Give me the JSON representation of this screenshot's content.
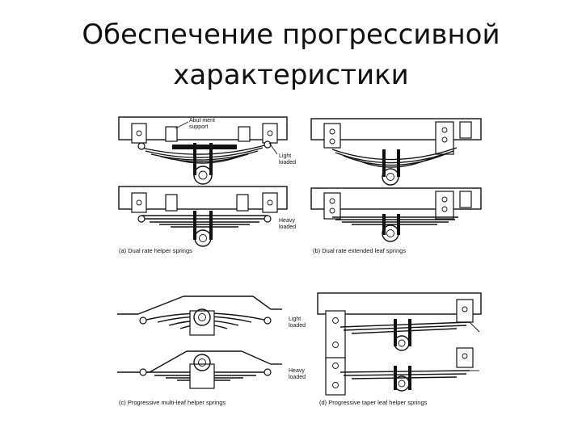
{
  "slide": {
    "title_line1": "Обеспечение прогрессивной",
    "title_line2": "характеристики"
  },
  "figure": {
    "panel_a": {
      "caption": "(a)  Dual rate helper springs",
      "callout_line1": "Abut ment",
      "callout_line2": "support",
      "state_top_line1": "Light",
      "state_top_line2": "loaded",
      "state_bottom_line1": "Heavy",
      "state_bottom_line2": "loaded"
    },
    "panel_b": {
      "caption": "(b)  Dual rate extended leaf springs"
    },
    "panel_c": {
      "caption": "(c)  Progressive multi-leaf helper springs",
      "state_top_line1": "Light",
      "state_top_line2": "loaded",
      "state_bottom_line1": "Heavy",
      "state_bottom_line2": "loaded"
    },
    "panel_d": {
      "caption": "(d)  Progressive taper leaf helper springs"
    }
  },
  "colors": {
    "ink": "#111111",
    "background": "#ffffff"
  }
}
